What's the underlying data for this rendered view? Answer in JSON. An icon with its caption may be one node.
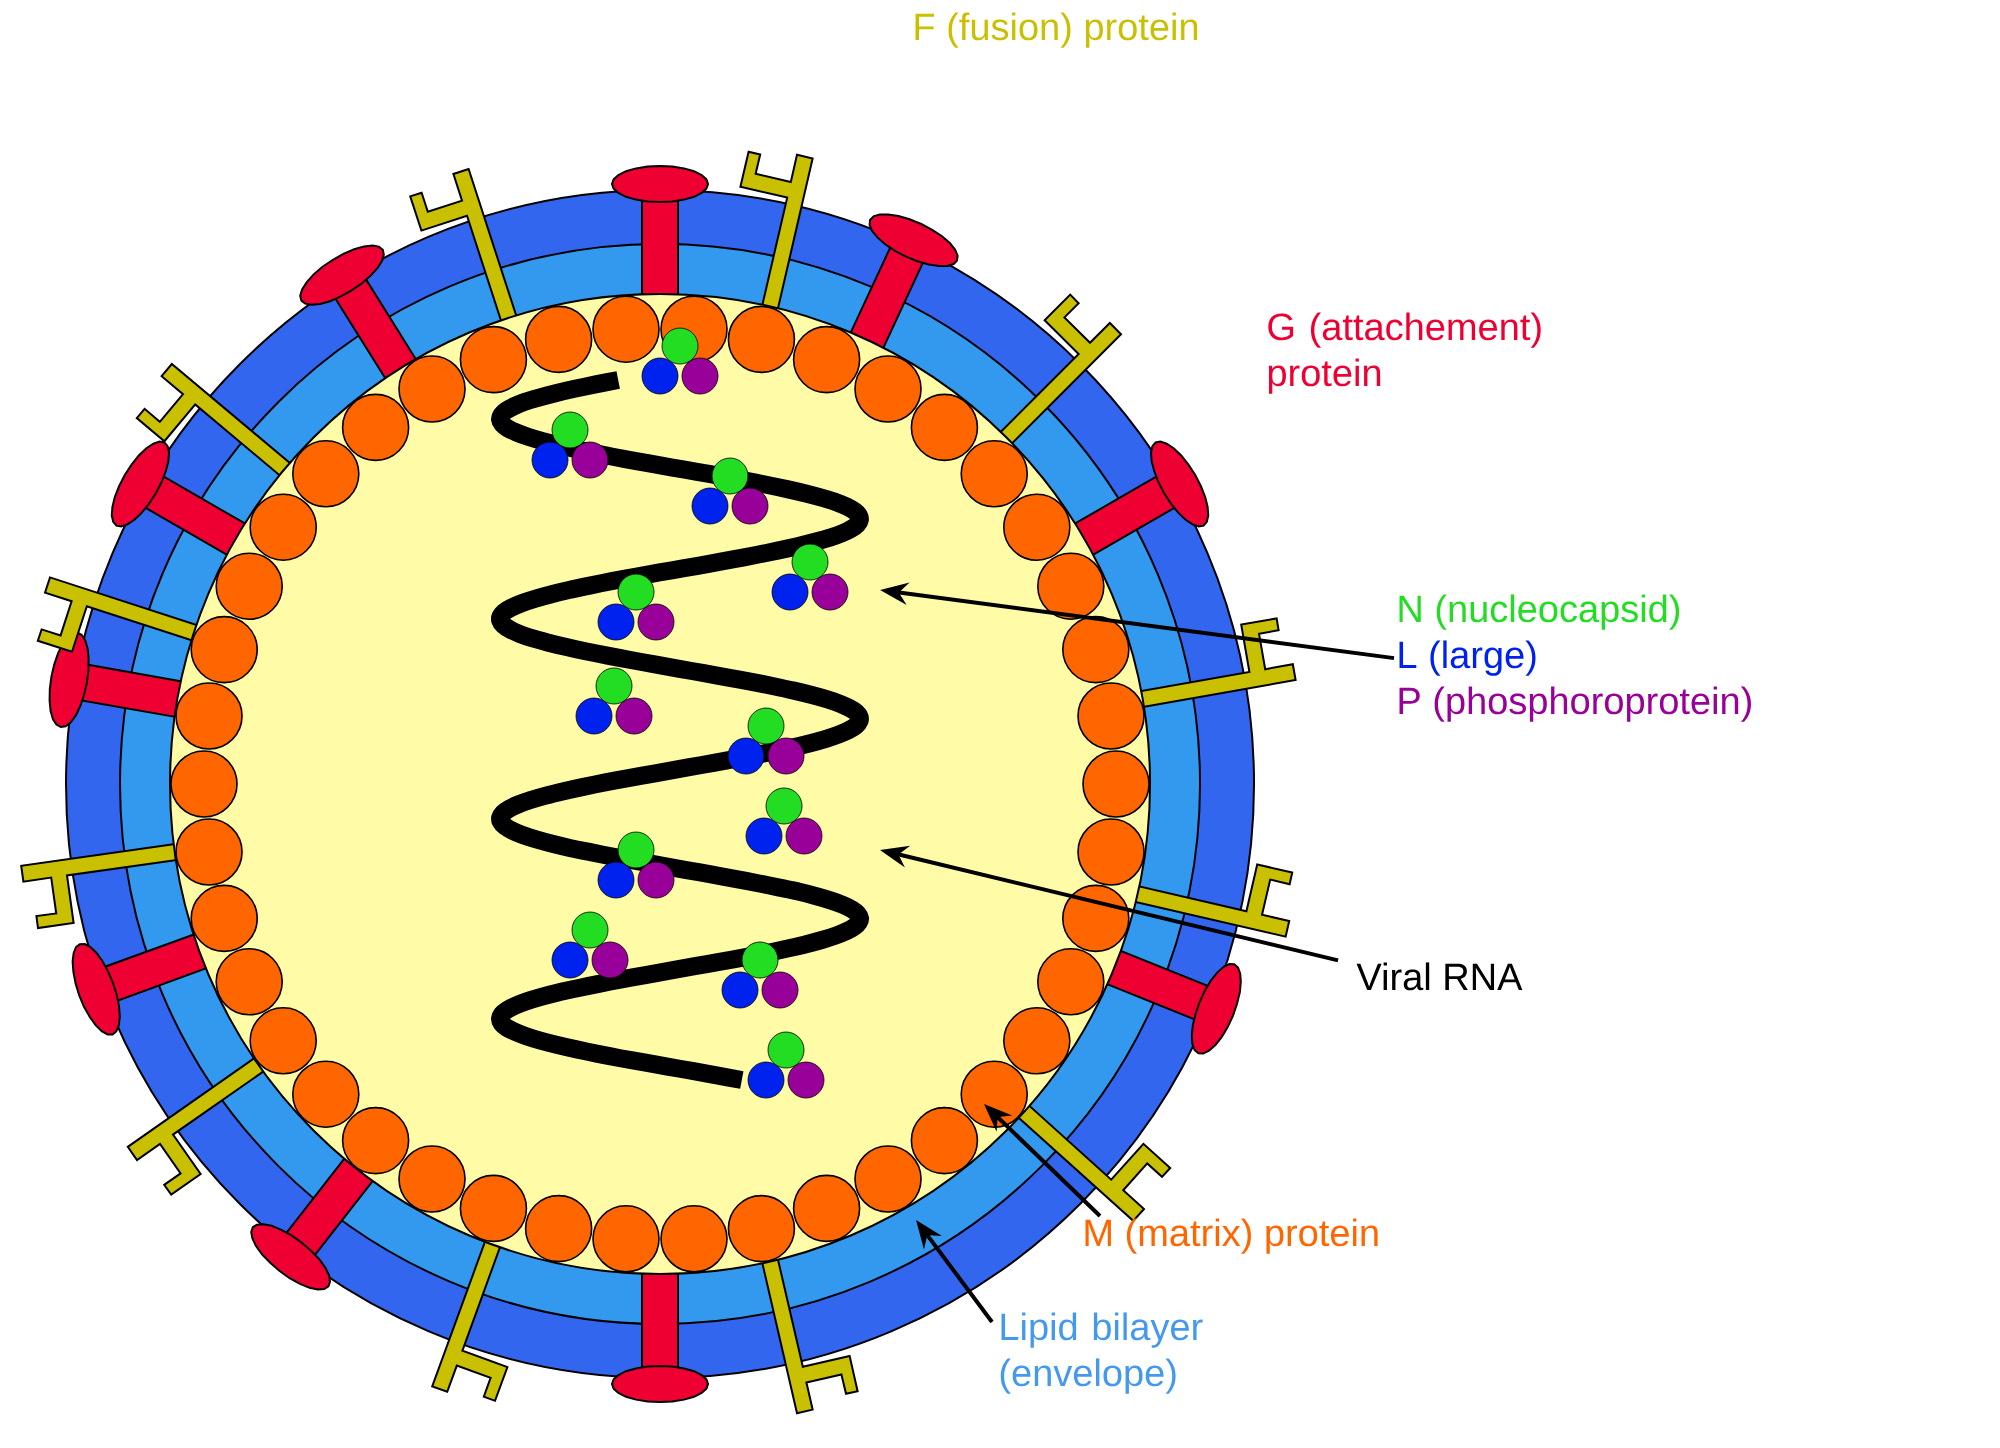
{
  "diagram": {
    "nodes": [
      {
        "text": [
          "N (nucleocapsid)",
          "L (large)",
          "P (phosphoroprotein)"
        ]
      },
      {
        "text": [
          "Viral RNA"
        ]
      },
      {
        "text": [
          "M (matrix) protein"
        ]
      },
      {
        "text": [
          "Lipid bilayer (envelope)"
        ]
      }
    ],
    "edges": [
      {
        "from": 0,
        "to": null,
        "arrow": "to"
      },
      {
        "from": 1,
        "to": null,
        "arrow": "to"
      },
      {
        "from": 2,
        "to": null,
        "arrow": "to"
      },
      {
        "from": 3,
        "to": null,
        "arrow": "to"
      }
    ],
    "labels": [
      "F (fusion) protein",
      "G (attachement) protein"
    ]
  }
}
